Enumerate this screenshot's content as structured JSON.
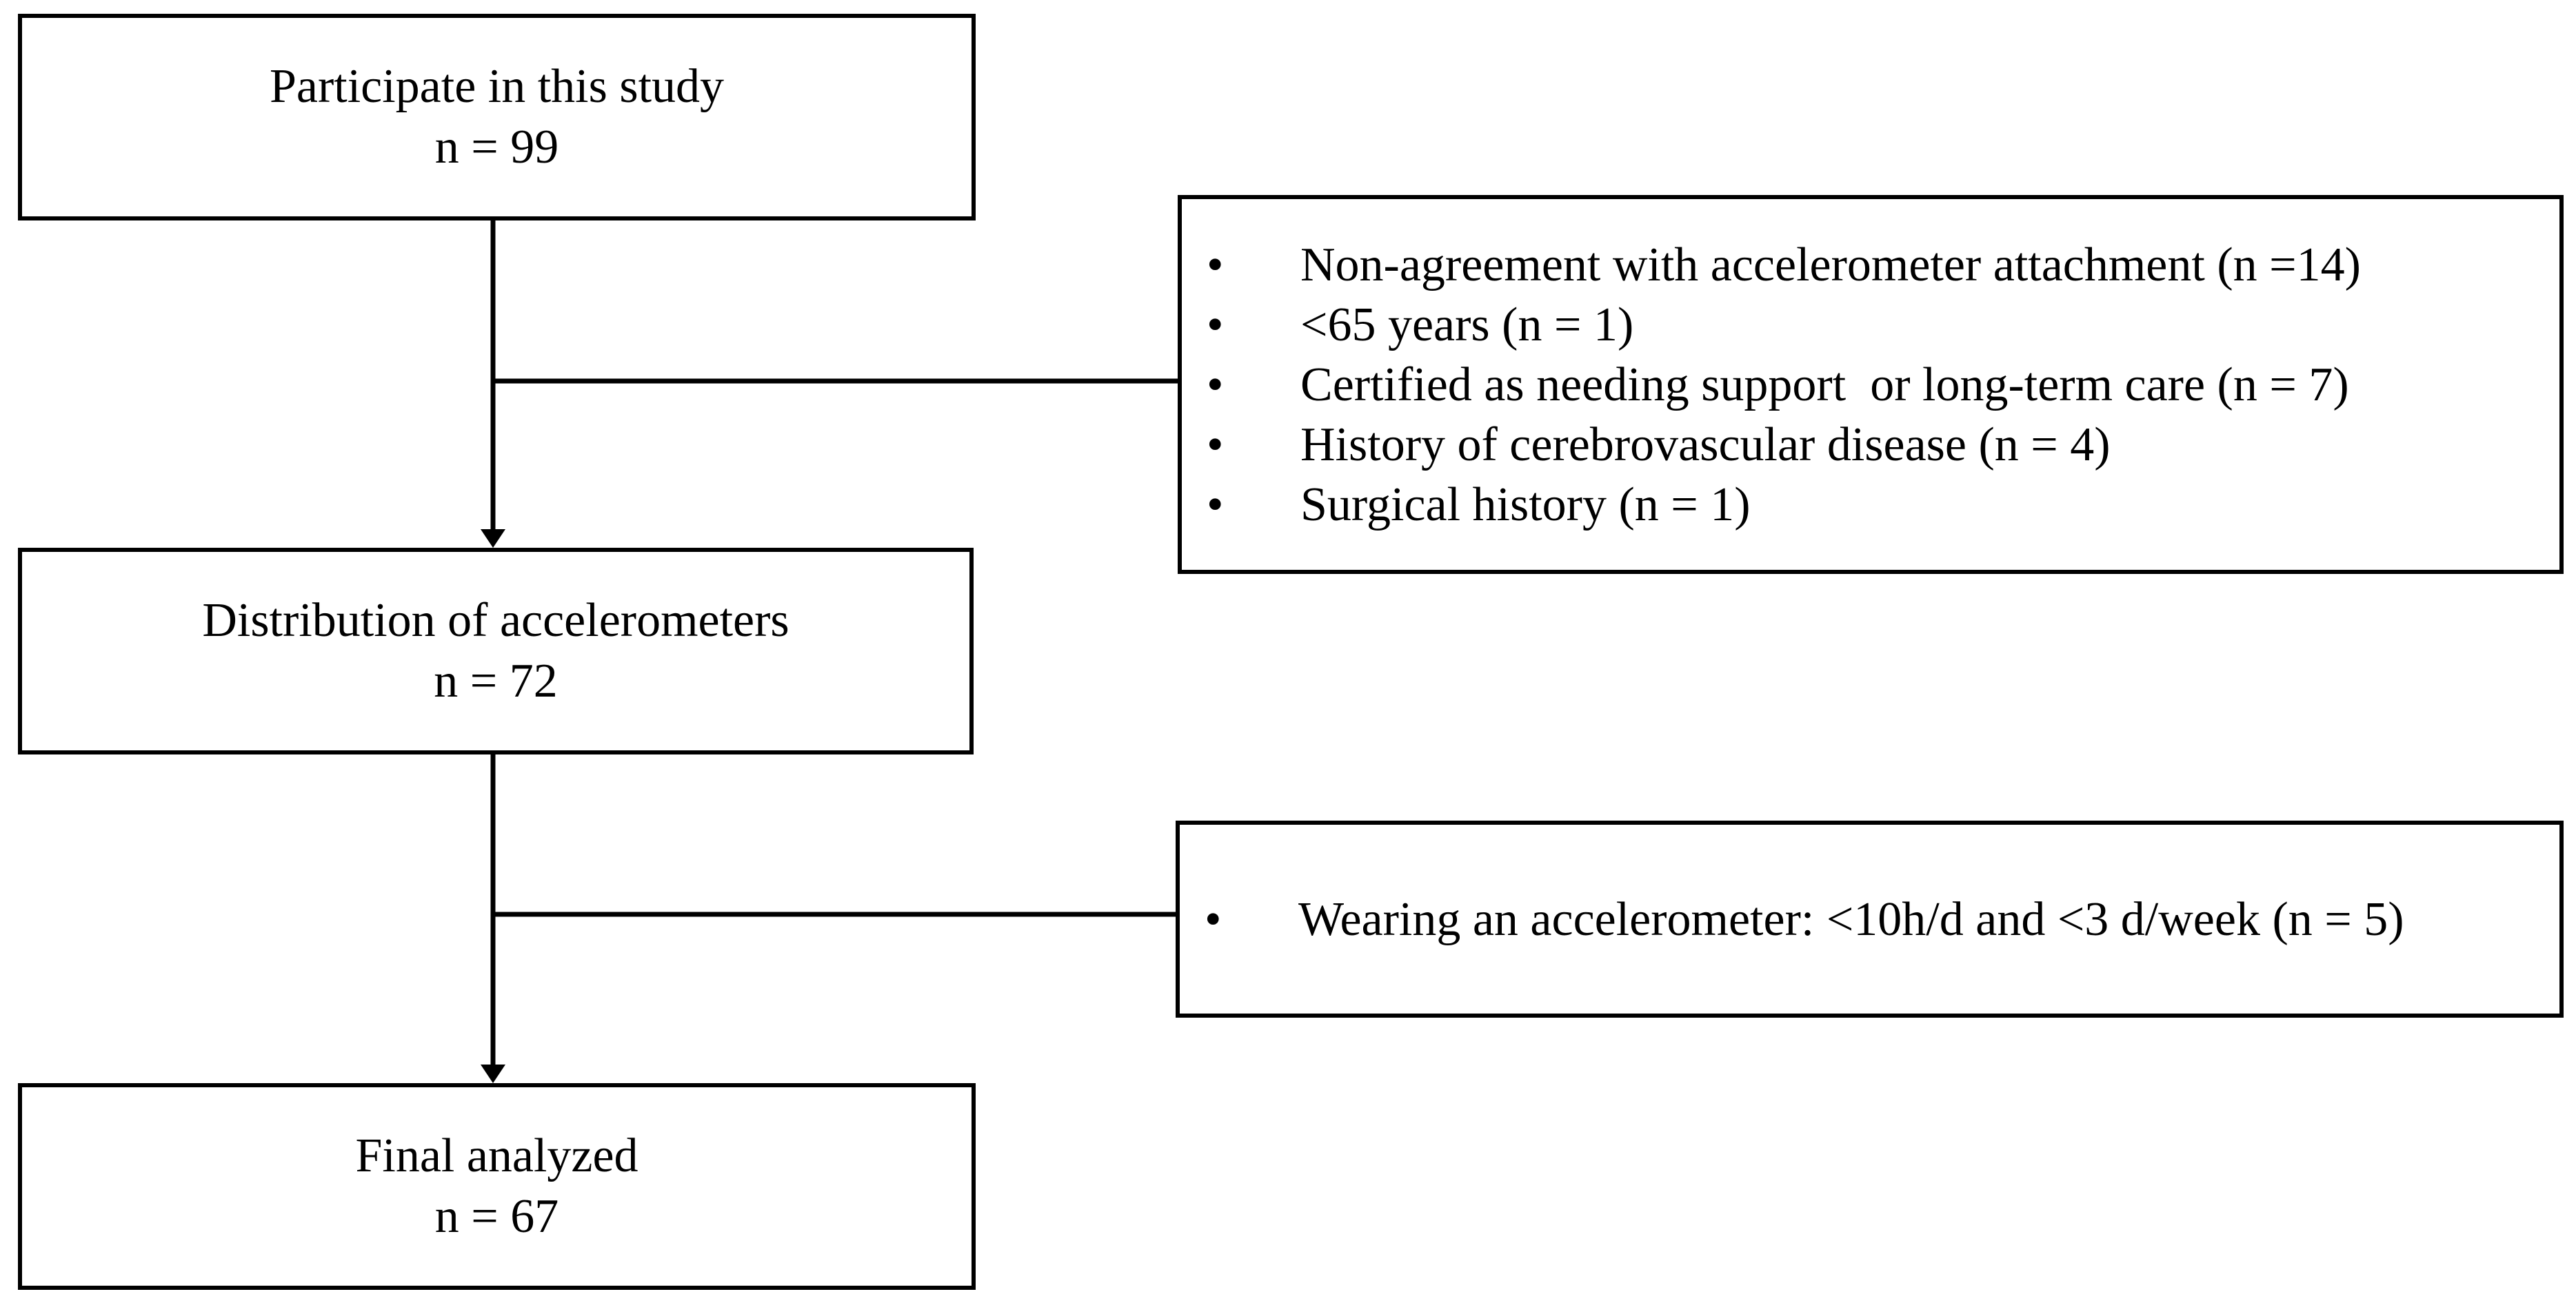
{
  "flow": {
    "participate": {
      "title": "Participate in this study",
      "count": "n = 99"
    },
    "distribution": {
      "title": "Distribution of accelerometers",
      "count": "n = 72"
    },
    "final": {
      "title": "Final analyzed",
      "count": "n = 67"
    }
  },
  "exclusions_1": {
    "bullet": "•",
    "items": [
      "Non-agreement with accelerometer attachment (n =14)",
      "<65 years (n = 1)",
      "Certified as needing support  or long-term care (n = 7)",
      "History of cerebrovascular disease (n = 4)",
      "Surgical history (n = 1)"
    ]
  },
  "exclusions_2": {
    "bullet": "•",
    "items": [
      "Wearing an accelerometer: <10h/d and <3 d/week (n = 5)"
    ]
  },
  "colors": {
    "line": "#000000",
    "background": "#ffffff"
  }
}
